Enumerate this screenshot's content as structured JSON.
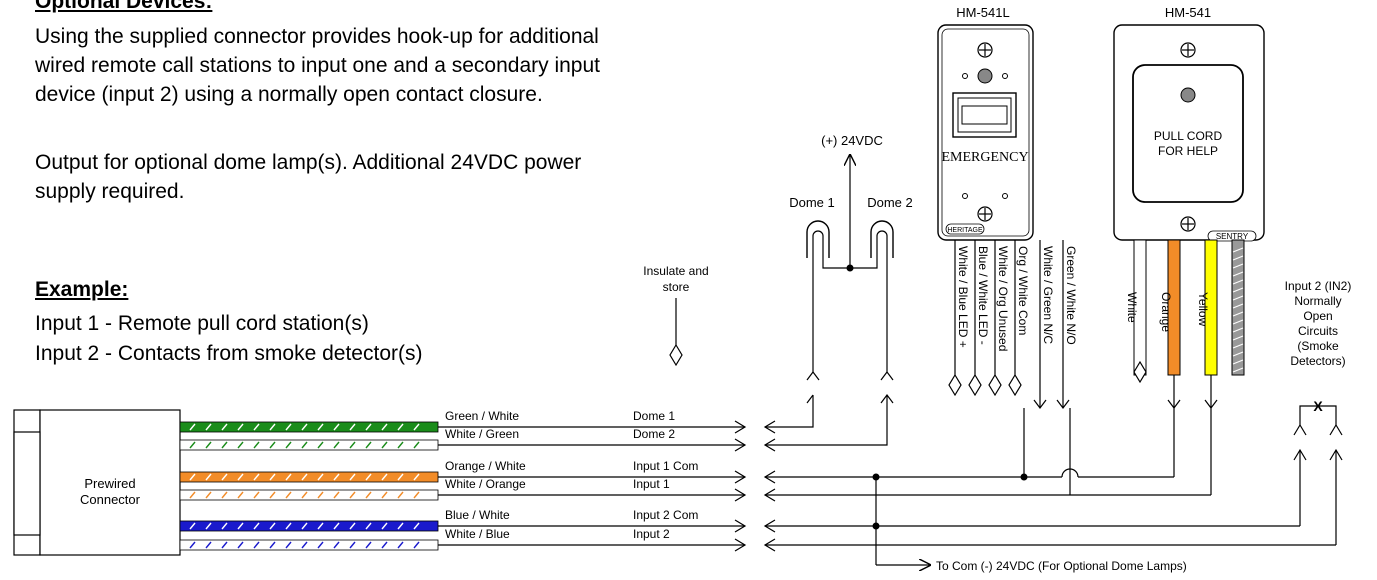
{
  "text": {
    "optional_heading": "Optional Devices:",
    "optional_lines": [
      "Using the supplied connector provides hook-up for additional",
      "wired remote call stations to input one and a secondary input",
      "device (input 2) using a normally open contact closure."
    ],
    "output_lines": [
      "Output for optional dome lamp(s).  Additional 24VDC power",
      "supply required."
    ],
    "example_heading": "Example:",
    "example_lines": [
      "Input 1 -  Remote pull cord station(s)",
      "Input 2 -  Contacts from smoke detector(s)"
    ]
  },
  "connector": {
    "label_line1": "Prewired",
    "label_line2": "Connector"
  },
  "wires": [
    {
      "name": "Green / White",
      "signal": "Dome 1",
      "color": "#1a8c1a",
      "stripe": "#ffffff",
      "solid": true
    },
    {
      "name": "White / Green",
      "signal": "Dome 2",
      "color": "#ffffff",
      "stripe": "#1a8c1a",
      "solid": false
    },
    {
      "name": "Orange / White",
      "signal": "Input 1 Com",
      "color": "#f28c28",
      "stripe": "#ffffff",
      "solid": true
    },
    {
      "name": "White / Orange",
      "signal": "Input 1",
      "color": "#ffffff",
      "stripe": "#f28c28",
      "solid": false
    },
    {
      "name": "Blue / White",
      "signal": "Input 2 Com",
      "color": "#1a1acc",
      "stripe": "#ffffff",
      "solid": true
    },
    {
      "name": "White / Blue",
      "signal": "Input 2",
      "color": "#ffffff",
      "stripe": "#1a1acc",
      "solid": false
    }
  ],
  "power": {
    "label": "(+) 24VDC",
    "dome1": "Dome 1",
    "dome2": "Dome 2"
  },
  "insulate": {
    "line1": "Insulate and",
    "line2": "store"
  },
  "hm541l": {
    "title": "HM-541L",
    "panel_label": "EMERGENCY",
    "brand": "HERITAGE",
    "leads": [
      "White / Blue LED +",
      "Blue / White LED -",
      "White / Org Unused",
      "Org / White Com",
      "White / Green N/C",
      "Green / White N/O"
    ]
  },
  "hm541": {
    "title": "HM-541",
    "panel_line1": "PULL CORD",
    "panel_line2": "FOR HELP",
    "brand": "SENTRY",
    "leads": [
      "White",
      "Orange",
      "Yellow",
      ""
    ],
    "lead_colors": [
      "#ffffff",
      "#f28c28",
      "#ffff00",
      "#999999"
    ]
  },
  "input2": {
    "lines": [
      "Input 2 (IN2)",
      "Normally",
      "Open",
      "Circuits",
      "(Smoke",
      "Detectors)"
    ],
    "switch_mark": "X"
  },
  "com_note": "To Com (-) 24VDC (For Optional Dome Lamps)"
}
